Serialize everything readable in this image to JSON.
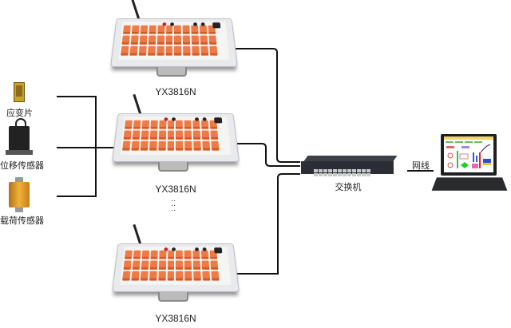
{
  "diagram": {
    "type": "network-topology",
    "sensors": [
      {
        "id": "strain-gauge",
        "label": "应变片"
      },
      {
        "id": "displacement-sensor",
        "label": "位移传感器"
      },
      {
        "id": "load-sensor",
        "label": "载荷传感器"
      }
    ],
    "loggers": [
      {
        "id": "logger-1",
        "model": "YX3816N"
      },
      {
        "id": "logger-2",
        "model": "YX3816N"
      },
      {
        "id": "logger-3",
        "model": "YX3816N"
      }
    ],
    "ellipsis": "······",
    "switch": {
      "label": "交换机"
    },
    "cable": {
      "label": "网线"
    },
    "computer": {
      "label": ""
    },
    "colors": {
      "wire": "#111111",
      "terminal_orange": "#ee7b47",
      "case_silver": "#e9eaec",
      "switch_body": "#2b2f35"
    }
  }
}
